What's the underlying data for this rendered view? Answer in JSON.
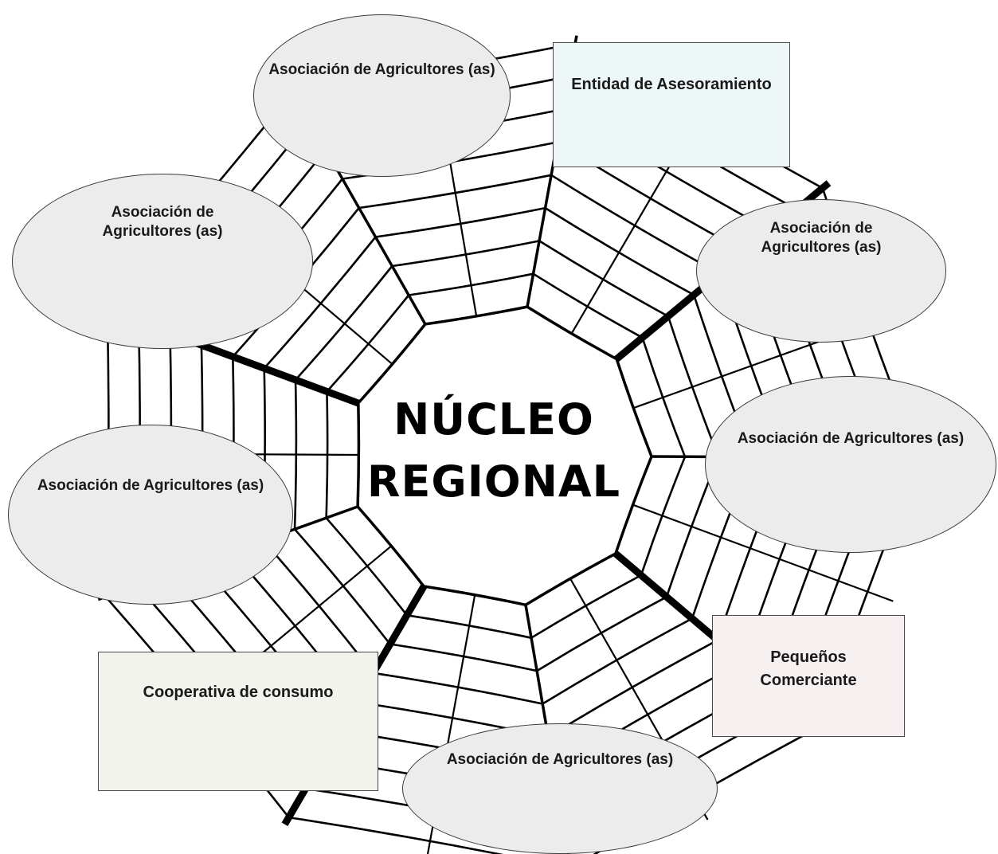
{
  "diagram": {
    "center_title_line1": "NÚCLEO",
    "center_title_line2": "REGIONAL",
    "nodes": [
      {
        "id": "assoc-top",
        "shape": "ellipse",
        "label": "Asociación de Agricultores (as)"
      },
      {
        "id": "advisory-entity",
        "shape": "rectangle",
        "label": "Entidad de Asesoramiento",
        "fill": "#eef7f7"
      },
      {
        "id": "assoc-upper-right",
        "shape": "ellipse",
        "label": "Asociación de Agricultores (as)"
      },
      {
        "id": "assoc-right",
        "shape": "ellipse",
        "label": "Asociación de Agricultores (as)"
      },
      {
        "id": "small-merchants",
        "shape": "rectangle",
        "label": "Pequeños Comerciante",
        "fill": "#f6f0f0"
      },
      {
        "id": "assoc-bottom",
        "shape": "ellipse",
        "label": "Asociación de Agricultores (as)"
      },
      {
        "id": "consumer-coop",
        "shape": "rectangle",
        "label": "Cooperativa de consumo",
        "fill": "#f1f3ec"
      },
      {
        "id": "assoc-left",
        "shape": "ellipse",
        "label": "Asociación de Agricultores (as)"
      },
      {
        "id": "assoc-upper-left",
        "shape": "ellipse",
        "label": "Asociación de Agricultores (as)"
      }
    ]
  },
  "colors": {
    "ellipse_fill": "#ececec",
    "web_stroke": "#000000"
  }
}
